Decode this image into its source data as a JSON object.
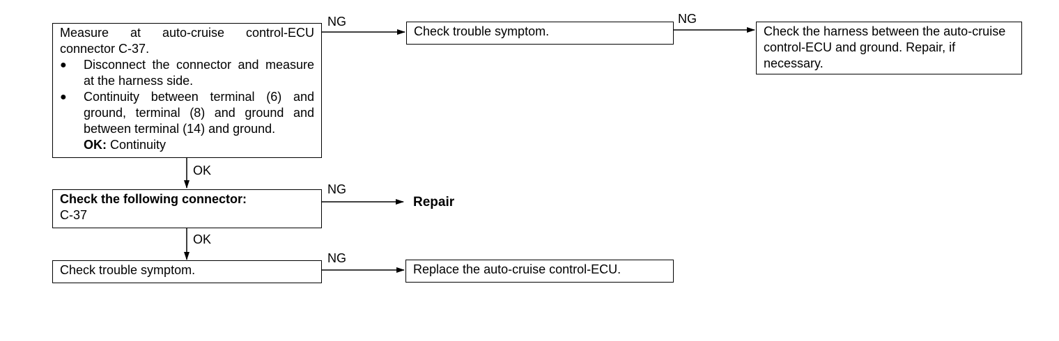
{
  "steps": {
    "measure": {
      "heading_lines": [
        "Measure at auto-cruise control-ECU",
        "connector C-37."
      ],
      "bullet_1": "Disconnect the connector and measure at the harness side.",
      "bullet_2": "Continuity between terminal (6) and ground, terminal (8) and ground and between terminal (14) and ground.",
      "ok_label": "OK:",
      "ok_value": "Continuity"
    },
    "check_symptom_top": "Check trouble symptom.",
    "check_harness": "Check the harness between the auto-cruise control-ECU and ground. Repair, if necessary.",
    "check_connector": {
      "title": "Check the following connector:",
      "code": "C-37"
    },
    "repair": "Repair",
    "check_symptom_bottom": "Check trouble symptom.",
    "replace_ecu": "Replace the auto-cruise control-ECU."
  },
  "arrow_labels": {
    "ng": "NG",
    "ok": "OK"
  }
}
